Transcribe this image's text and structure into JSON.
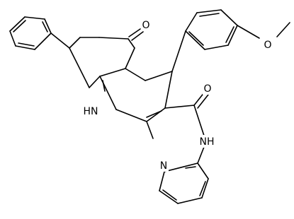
{
  "atom_labels": {
    "ketone_oxygen": "O",
    "methoxy_oxygen": "O",
    "amide_oxygen": "O",
    "ring_nh": "HN",
    "amide_nh": "NH",
    "pyridine_n": "N"
  }
}
